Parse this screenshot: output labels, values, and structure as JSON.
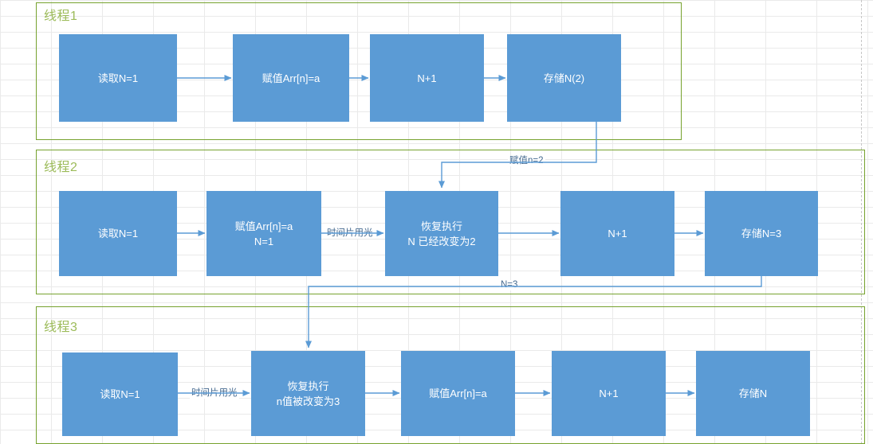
{
  "colors": {
    "node_fill": "#5b9bd5",
    "node_text": "#ffffff",
    "lane_border": "#76a22e",
    "lane_title": "#9cbb59",
    "connector": "#5b9bd5",
    "connector_label": "#44698f",
    "grid": "#d9d9d9",
    "background": "#ffffff"
  },
  "lanes": [
    {
      "id": "thread-1",
      "title": "线程1",
      "nodes": [
        {
          "id": "t1-read",
          "label": "读取N=1"
        },
        {
          "id": "t1-assign",
          "label": "赋值Arr[n]=a"
        },
        {
          "id": "t1-inc",
          "label": "N+1"
        },
        {
          "id": "t1-store",
          "label": "存储N(2)"
        }
      ]
    },
    {
      "id": "thread-2",
      "title": "线程2",
      "nodes": [
        {
          "id": "t2-read",
          "label": "读取N=1"
        },
        {
          "id": "t2-assign",
          "label": "赋值Arr[n]=a\nN=1"
        },
        {
          "id": "t2-resume",
          "label": "恢复执行\nN 已经改变为2"
        },
        {
          "id": "t2-inc",
          "label": "N+1"
        },
        {
          "id": "t2-store",
          "label": "存储N=3"
        }
      ]
    },
    {
      "id": "thread-3",
      "title": "线程3",
      "nodes": [
        {
          "id": "t3-read",
          "label": "读取N=1"
        },
        {
          "id": "t3-resume",
          "label": "恢复执行\nn值被改变为3"
        },
        {
          "id": "t3-assign",
          "label": "赋值Arr[n]=a"
        },
        {
          "id": "t3-inc",
          "label": "N+1"
        },
        {
          "id": "t3-store",
          "label": "存储N"
        }
      ]
    }
  ],
  "connector_labels": {
    "t2_timeslice": "时间片用光",
    "t3_timeslice": "时间片用光",
    "assign_n2": "赋值n=2",
    "n_equals_3": "N=3"
  }
}
